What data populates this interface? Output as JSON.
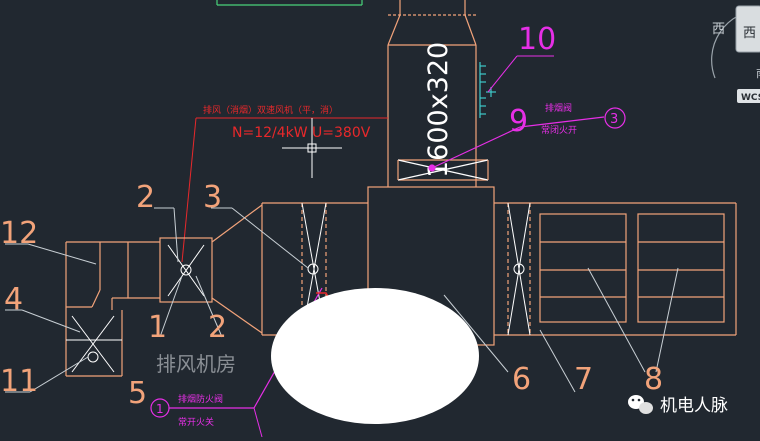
{
  "drawing": {
    "duct_size": "1600x320",
    "fan_label_line1": "排风（消烟）双速风机（平，消）",
    "fan_power": "N=12/4kW U=380V",
    "room_label": "排风机房",
    "callouts": [
      "10",
      "9",
      "3",
      "2",
      "1",
      "12",
      "4",
      "11",
      "5",
      "6",
      "7",
      "8"
    ],
    "note_top": {
      "line1": "排烟阀",
      "line2": "常闭火开",
      "ref": "3"
    },
    "note_bottom": {
      "line1": "排烟防火阀",
      "line2": "常开火关",
      "ref": "1"
    }
  },
  "viewcube": {
    "west": "西",
    "south_partial": "南",
    "wcs": "WCS"
  },
  "watermark": {
    "text": "机电人脉"
  },
  "colors": {
    "background": "#212830",
    "duct": "#f2a37a",
    "callout": "#f2a37a",
    "magenta": "#e62fe6",
    "red": "#e8282b",
    "white": "#ffffff",
    "grey": "#9aa3aa",
    "green": "#49d27a",
    "cyan": "#3fcaca"
  }
}
